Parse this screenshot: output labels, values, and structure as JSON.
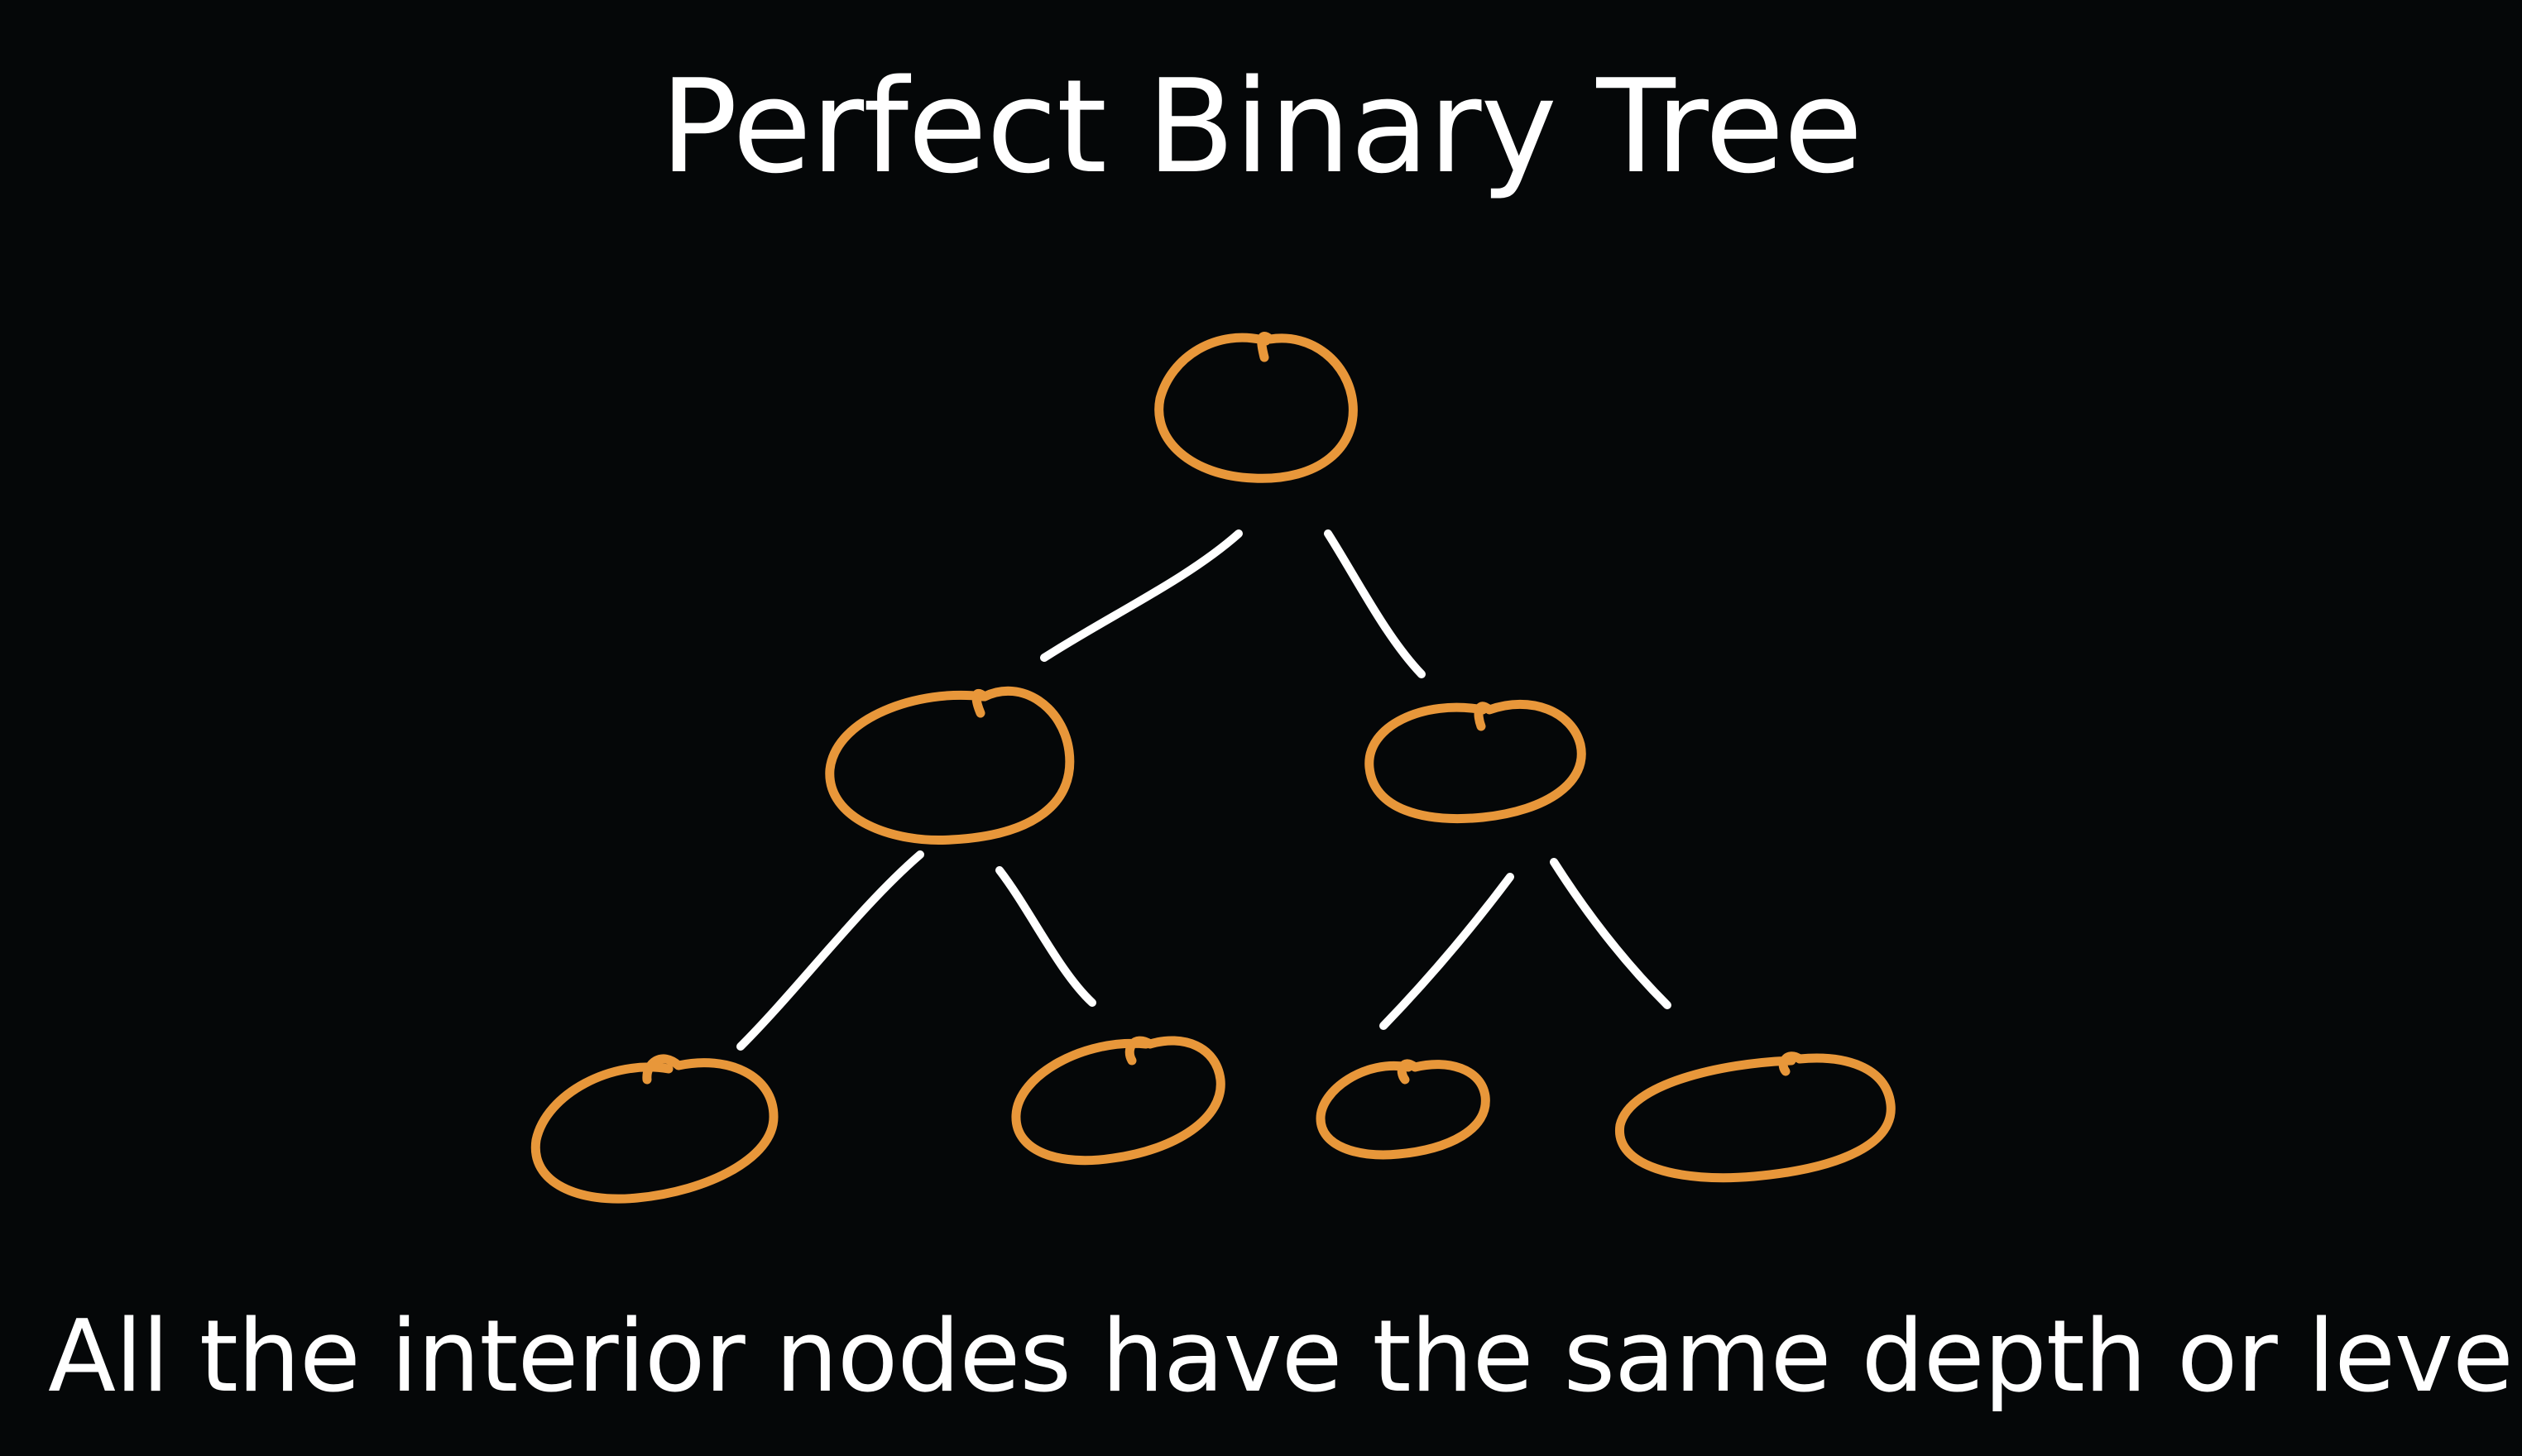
{
  "title": "Perfect Binary Tree",
  "caption": "All the interior nodes have the same depth or level",
  "colors": {
    "background": "#050708",
    "text": "#ffffff",
    "node_stroke": "#e8973a",
    "edge_stroke": "#ffffff"
  },
  "tree": {
    "levels": 3,
    "node_count": 7,
    "edge_count": 6
  }
}
